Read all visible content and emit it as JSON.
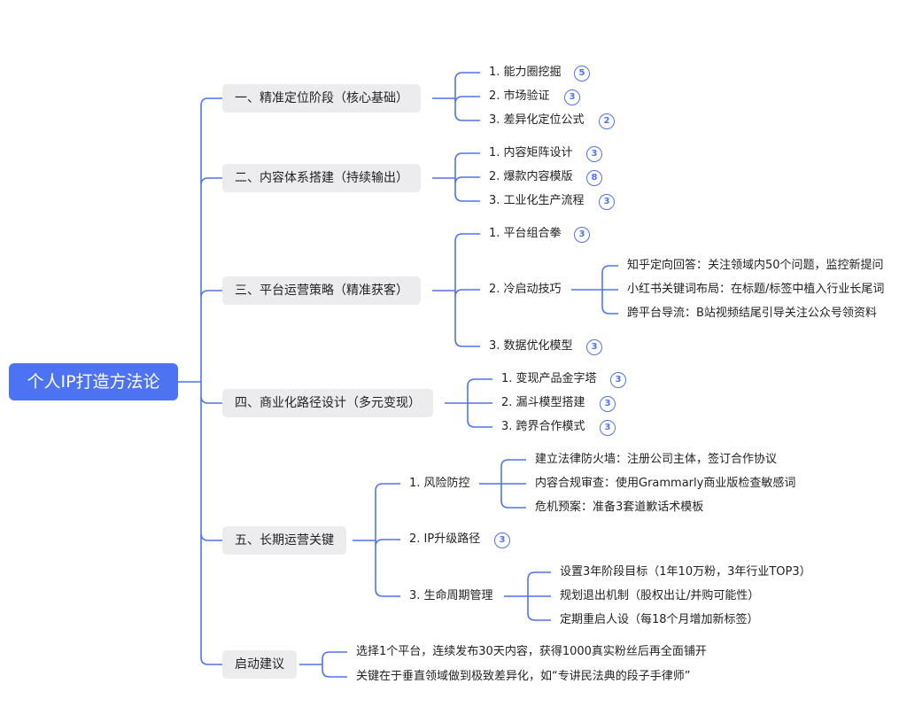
{
  "root": {
    "label": "个人IP打造方法论"
  },
  "branches": [
    {
      "label": "一、精准定位阶段（核心基础）",
      "children": [
        {
          "label": "1. 能力圈挖掘",
          "badge": "5"
        },
        {
          "label": "2. 市场验证",
          "badge": "3"
        },
        {
          "label": "3. 差异化定位公式",
          "badge": "2"
        }
      ]
    },
    {
      "label": "二、内容体系搭建（持续输出）",
      "children": [
        {
          "label": "1. 内容矩阵设计",
          "badge": "3"
        },
        {
          "label": "2. 爆款内容模版",
          "badge": "8"
        },
        {
          "label": "3. 工业化生产流程",
          "badge": "3"
        }
      ]
    },
    {
      "label": "三、平台运营策略（精准获客）",
      "children": [
        {
          "label": "1. 平台组合拳",
          "badge": "3"
        },
        {
          "label": "2. 冷启动技巧",
          "children": [
            {
              "label": "知乎定向回答：关注领域内50个问题，监控新提问"
            },
            {
              "label": "小红书关键词布局：在标题/标签中植入行业长尾词"
            },
            {
              "label": "跨平台导流：B站视频结尾引导关注公众号领资料"
            }
          ]
        },
        {
          "label": "3. 数据优化模型",
          "badge": "3"
        }
      ]
    },
    {
      "label": "四、商业化路径设计（多元变现）",
      "children": [
        {
          "label": "1. 变现产品金字塔",
          "badge": "3"
        },
        {
          "label": "2. 漏斗模型搭建",
          "badge": "3"
        },
        {
          "label": "3. 跨界合作模式",
          "badge": "3"
        }
      ]
    },
    {
      "label": "五、长期运营关键",
      "children": [
        {
          "label": "1. 风险防控",
          "children": [
            {
              "label": "建立法律防火墙：注册公司主体，签订合作协议"
            },
            {
              "label": "内容合规审查：使用Grammarly商业版检查敏感词"
            },
            {
              "label": "危机预案：准备3套道歉话术模板"
            }
          ]
        },
        {
          "label": "2. IP升级路径",
          "badge": "3"
        },
        {
          "label": "3. 生命周期管理",
          "children": [
            {
              "label": "设置3年阶段目标（1年10万粉，3年行业TOP3）"
            },
            {
              "label": "规划退出机制（股权出让/并购可能性）"
            },
            {
              "label": "定期重启人设（每18个月增加新标签）"
            }
          ]
        }
      ]
    },
    {
      "label": "启动建议",
      "children": [
        {
          "label": "选择1个平台，连续发布30天内容，获得1000真实粉丝后再全面铺开"
        },
        {
          "label": "关键在于垂直领域做到极致差异化，如“专讲民法典的段子手律师”"
        }
      ]
    }
  ],
  "colors": {
    "accent": "#4e73f2",
    "branch_bg": "#ececef",
    "text": "#222222"
  }
}
